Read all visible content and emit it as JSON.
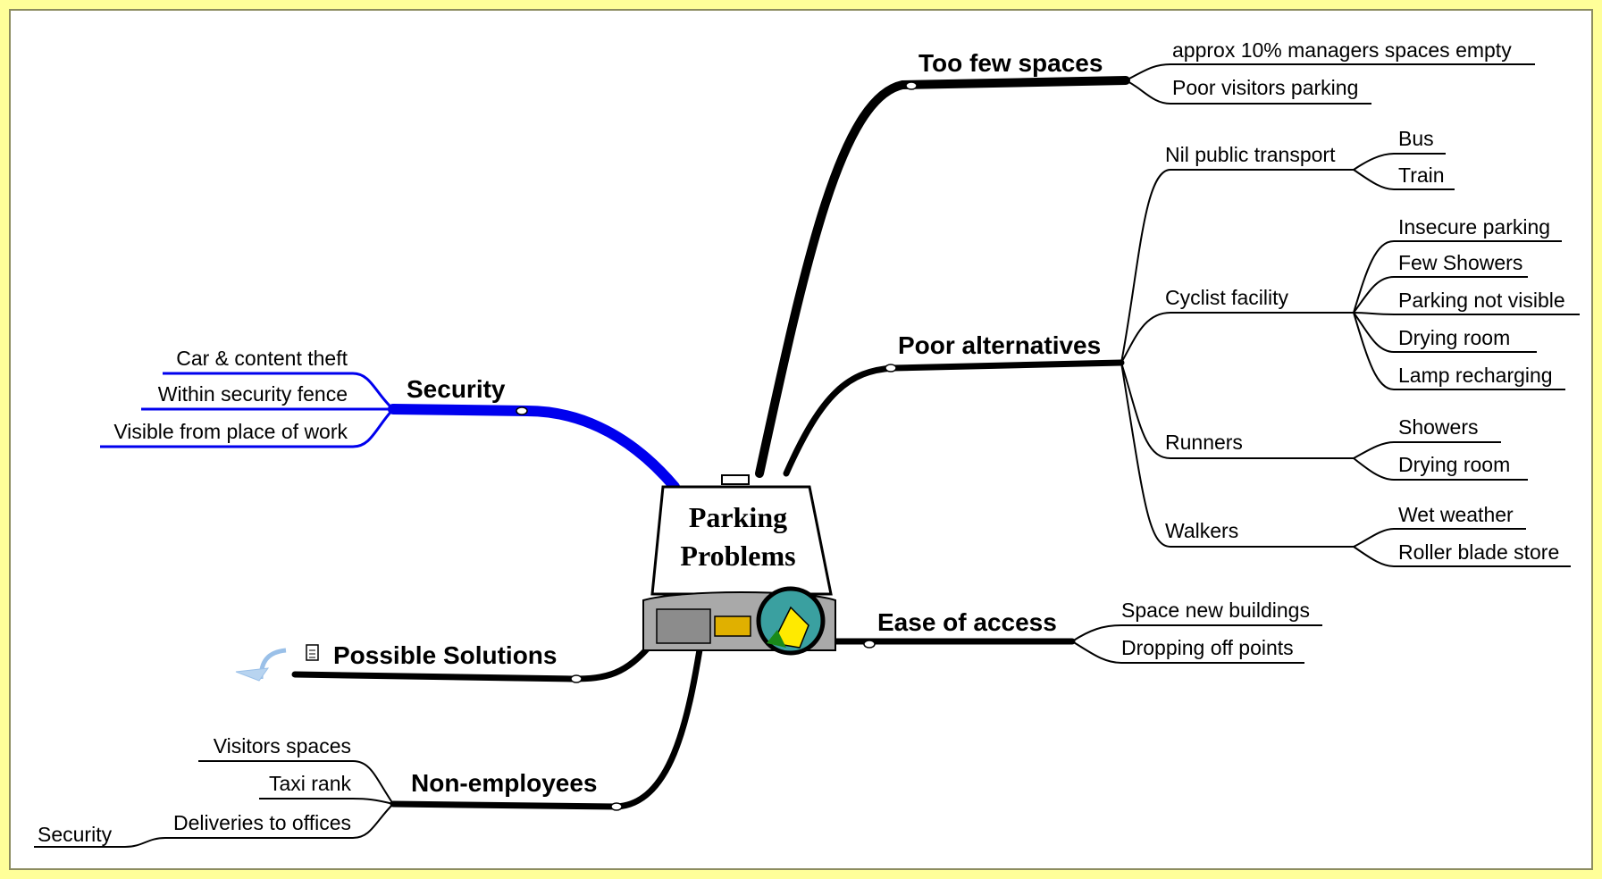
{
  "center": {
    "line1": "Parking",
    "line2": "Problems"
  },
  "branches": {
    "too_few_spaces": {
      "label": "Too few spaces",
      "children": [
        "approx 10% managers spaces empty",
        "Poor visitors parking"
      ]
    },
    "poor_alternatives": {
      "label": "Poor alternatives",
      "children": {
        "nil_public_transport": {
          "label": "Nil public transport",
          "items": [
            "Bus",
            "Train"
          ]
        },
        "cyclist_facility": {
          "label": "Cyclist facility",
          "items": [
            "Insecure parking",
            "Few Showers",
            "Parking not visible",
            "Drying room",
            "Lamp recharging"
          ]
        },
        "runners": {
          "label": "Runners",
          "items": [
            "Showers",
            "Drying room"
          ]
        },
        "walkers": {
          "label": "Walkers",
          "items": [
            "Wet weather",
            "Roller blade store"
          ]
        }
      }
    },
    "ease_of_access": {
      "label": "Ease of access",
      "children": [
        "Space new buildings",
        "Dropping off points"
      ]
    },
    "security": {
      "label": "Security",
      "color": "#0000ee",
      "children": [
        "Car & content theft",
        "Within security fence",
        "Visible from place of work"
      ]
    },
    "possible_solutions": {
      "label": "Possible Solutions",
      "icons": [
        "note-icon",
        "link-arrow-icon"
      ]
    },
    "non_employees": {
      "label": "Non-employees",
      "children": [
        "Visitors spaces",
        "Taxi rank",
        "Deliveries to offices"
      ],
      "sub": "Security"
    }
  },
  "colors": {
    "background": "#ffff99",
    "canvas": "#ffffff",
    "branch": "#000000",
    "security_branch": "#0000ee"
  }
}
